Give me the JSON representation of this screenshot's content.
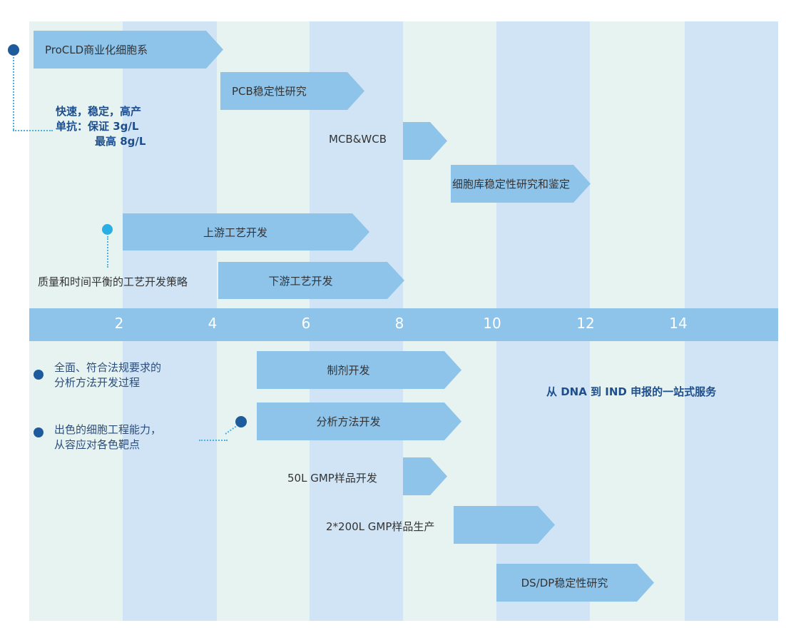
{
  "axis": {
    "ticks": [
      "2",
      "4",
      "6",
      "8",
      "10",
      "12",
      "14"
    ]
  },
  "colors": {
    "arrow": "#8ec3ea",
    "band_light": "#e6f3f1",
    "band_blue": "#d0e4f5",
    "accent_dark": "#1e5b9c",
    "accent_cyan": "#2aaee6",
    "headline": "#1e4e8c"
  },
  "upper_tasks": [
    {
      "label": "ProCLD商业化细胞系"
    },
    {
      "label": "PCB稳定性研究"
    },
    {
      "label": "MCB&WCB"
    },
    {
      "label": "细胞库稳定性研究和鉴定"
    },
    {
      "label": "上游工艺开发"
    },
    {
      "label": "下游工艺开发"
    }
  ],
  "lower_tasks": [
    {
      "label": "制剂开发"
    },
    {
      "label": "分析方法开发"
    },
    {
      "label": "50L GMP样品开发"
    },
    {
      "label": "2*200L GMP样品生产"
    },
    {
      "label": "DS/DP稳定性研究"
    }
  ],
  "notes": {
    "cell_line": [
      "快速，稳定，高产",
      "单抗：保证 3g/L",
      "最高 8g/L"
    ],
    "process": "质量和时间平衡的工艺开发策略",
    "analytics": [
      "全面、符合法规要求的",
      "分析方法开发过程"
    ],
    "engineering": [
      "出色的细胞工程能力，",
      "从容应对各色靶点"
    ],
    "service": "从 DNA 到 IND 申报的一站式服务"
  }
}
